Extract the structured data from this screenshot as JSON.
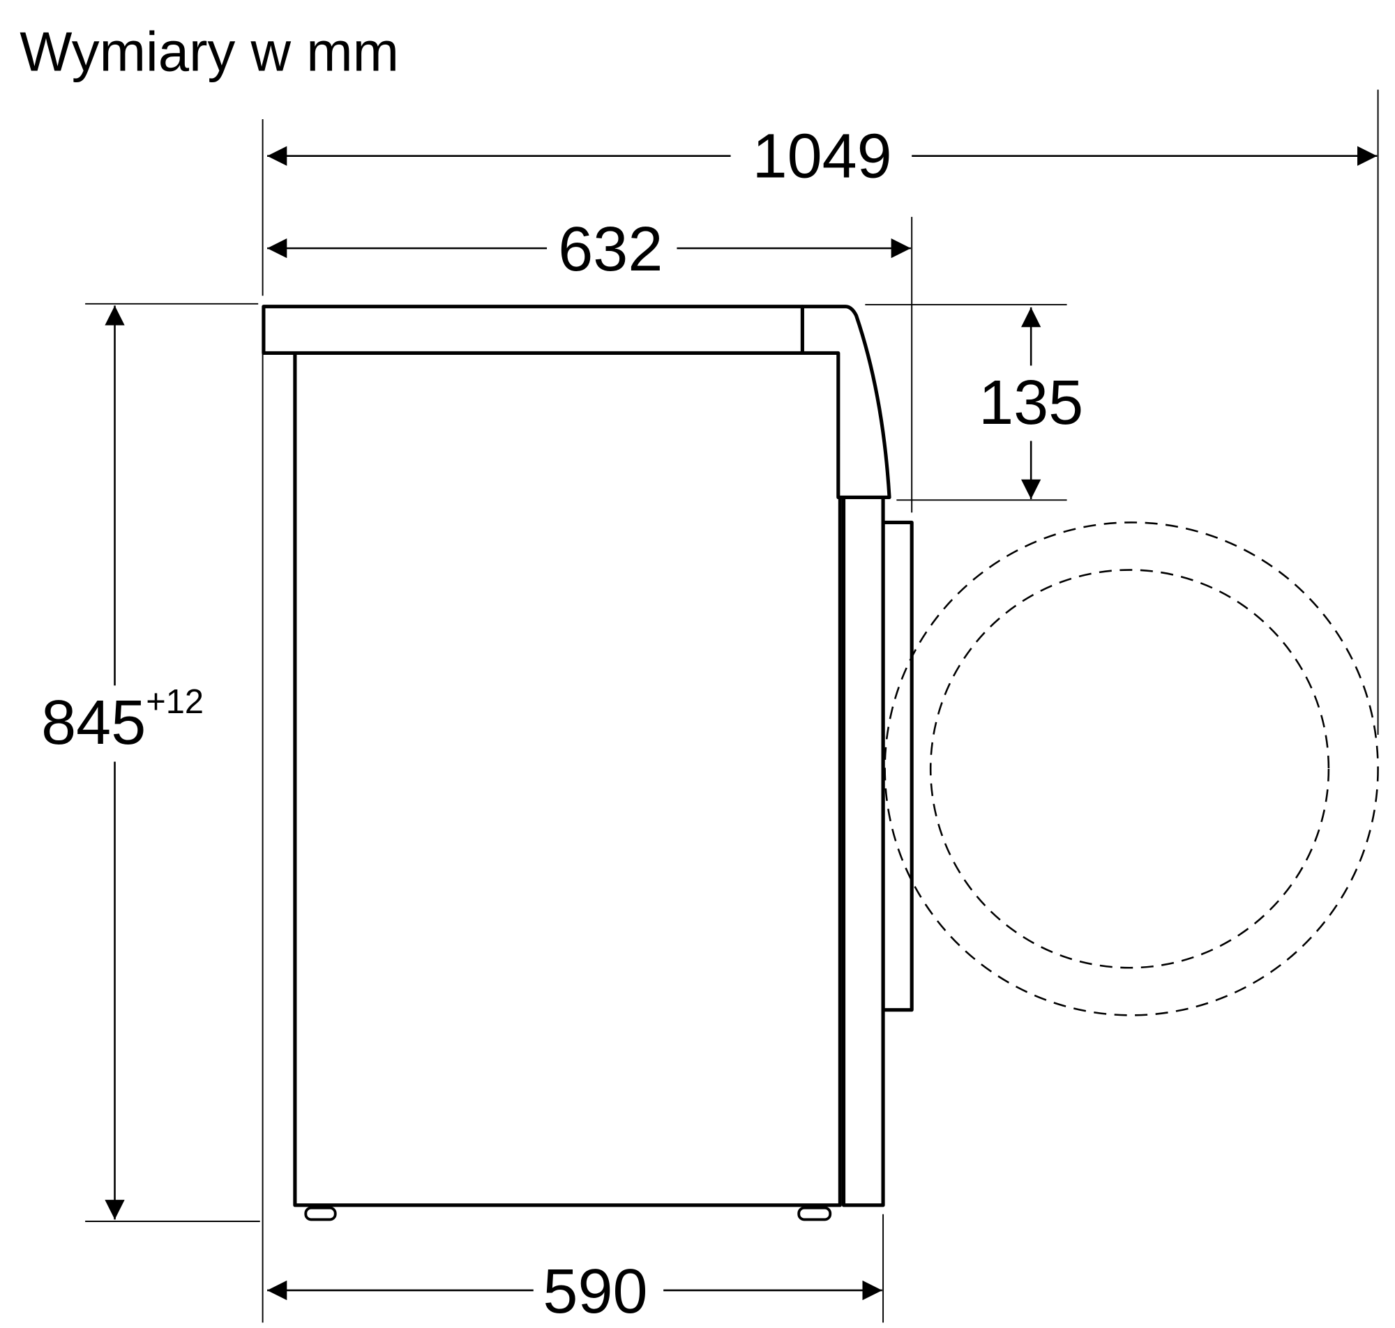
{
  "title": "Wymiary w mm",
  "dimensions": {
    "total_depth": "1049",
    "depth_with_top": "632",
    "top_offset": "135",
    "height": "845",
    "height_tolerance": "+12",
    "body_depth": "590"
  }
}
